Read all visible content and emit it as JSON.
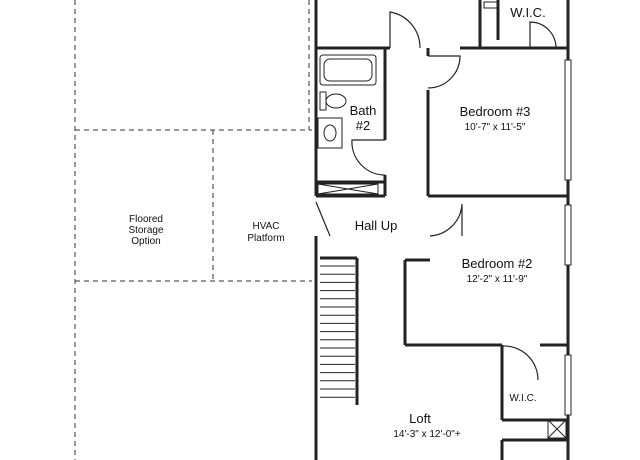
{
  "rooms": {
    "wic_top": {
      "name": "W.I.C."
    },
    "bath2": {
      "line1": "Bath",
      "line2": "#2"
    },
    "bedroom3": {
      "name": "Bedroom #3",
      "dims": "10'-7\" x 11'-5\""
    },
    "floored_storage": {
      "line1": "Floored",
      "line2": "Storage",
      "line3": "Option"
    },
    "hvac": {
      "line1": "HVAC",
      "line2": "Platform"
    },
    "hall": {
      "name": "Hall Up"
    },
    "bedroom2": {
      "name": "Bedroom #2",
      "dims": "12'-2\" x 11'-9\""
    },
    "wic_bottom": {
      "name": "W.I.C."
    },
    "loft": {
      "name": "Loft",
      "dims": "14'-3\" x 12'-0\"+"
    }
  },
  "colors": {
    "line": "#222222",
    "background": "#ffffff"
  }
}
